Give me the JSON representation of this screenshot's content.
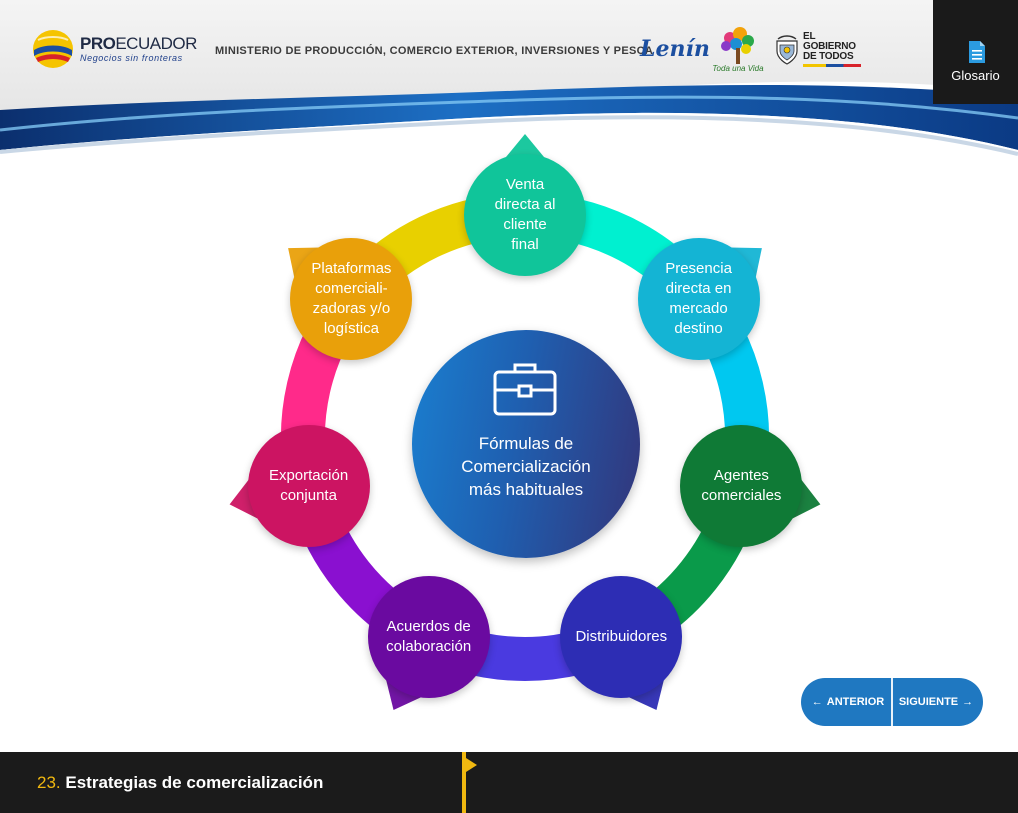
{
  "header": {
    "brand_name_bold": "PRO",
    "brand_name_rest": "ECUADOR",
    "brand_slogan": "Negocios sin fronteras",
    "ministry": "MINISTERIO DE PRODUCCIÓN, COMERCIO EXTERIOR, INVERSIONES Y PESCA",
    "lenin_logo": "Lenín",
    "tree_logo_caption": "Toda una Vida",
    "gov_line1": "EL",
    "gov_line2": "GOBIERNO",
    "gov_line3": "DE TODOS"
  },
  "glossary": {
    "label": "Glosario",
    "icon": "document-icon"
  },
  "diagram": {
    "center_icon": "briefcase-icon",
    "center_title_lines": [
      "Fórmulas de",
      "Comercialización",
      "más habituales"
    ],
    "nodes": [
      {
        "lines": [
          "Venta",
          "directa al",
          "cliente",
          "final"
        ],
        "color": "#10c59a"
      },
      {
        "lines": [
          "Presencia",
          "directa en",
          "mercado",
          "destino"
        ],
        "color": "#14b4d4"
      },
      {
        "lines": [
          "Agentes",
          "comerciales"
        ],
        "color": "#0f7a36"
      },
      {
        "lines": [
          "Distribuidores"
        ],
        "color": "#2d2db4"
      },
      {
        "lines": [
          "Acuerdos de",
          "colaboración"
        ],
        "color": "#6a0aa0"
      },
      {
        "lines": [
          "Exportación",
          "conjunta"
        ],
        "color": "#cc1462"
      },
      {
        "lines": [
          "Plataformas",
          "comerciali-",
          "zadoras y/o",
          "logística"
        ],
        "color": "#e9a00a"
      }
    ],
    "ring_colors": [
      "#00f0d0",
      "#00c8f0",
      "#0a9a4a",
      "#4a3ae0",
      "#8a10d0",
      "#ff2a8a",
      "#e8d000"
    ]
  },
  "nav": {
    "prev_label": "ANTERIOR",
    "next_label": "SIGUIENTE",
    "prev_icon": "arrow-left-icon",
    "next_icon": "arrow-right-icon",
    "color": "#1f78c1"
  },
  "footer": {
    "section_number": "23.",
    "section_title": "Estrategias de comercialización",
    "accent": "#f0b810"
  }
}
